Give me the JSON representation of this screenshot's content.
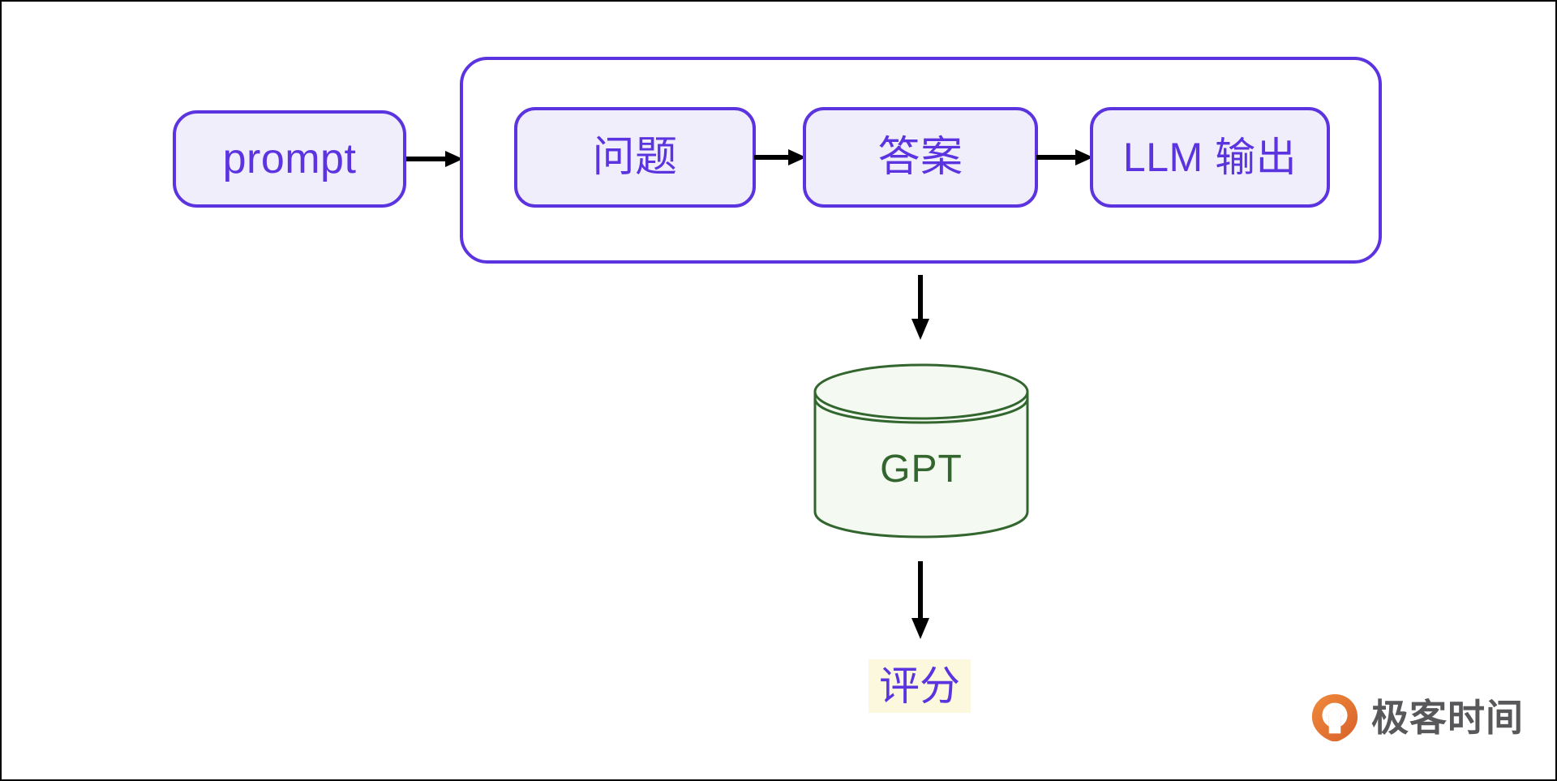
{
  "diagram": {
    "title": "LLM evaluation pipeline",
    "colors": {
      "node_border": "#5b34e0",
      "node_fill": "#f1eefc",
      "node_text": "#5b34e0",
      "arrow": "#000000",
      "cylinder_stroke": "#33662f",
      "cylinder_fill": "#f4faf1",
      "cylinder_text": "#33662f",
      "highlight_bg": "#fcf8dd",
      "logo_orange": "#e8722e",
      "logo_text": "#58585a",
      "canvas_bg": "#ffffff",
      "canvas_border": "#000000"
    },
    "nodes": {
      "prompt": {
        "label": "prompt"
      },
      "question": {
        "label": "问题"
      },
      "answer": {
        "label": "答案"
      },
      "llm_output": {
        "label": "LLM 输出"
      },
      "gpt": {
        "label": "GPT",
        "shape": "cylinder"
      },
      "score": {
        "label": "评分",
        "highlighted": true
      }
    },
    "group": {
      "name": "pipeline-group",
      "contains": [
        "问题",
        "答案",
        "LLM 输出"
      ]
    },
    "edges": [
      {
        "from": "prompt",
        "to": "pipeline-group",
        "direction": "right"
      },
      {
        "from": "问题",
        "to": "答案",
        "direction": "right"
      },
      {
        "from": "答案",
        "to": "LLM 输出",
        "direction": "right"
      },
      {
        "from": "pipeline-group",
        "to": "GPT",
        "direction": "down"
      },
      {
        "from": "GPT",
        "to": "评分",
        "direction": "down"
      }
    ]
  },
  "brand": {
    "name": "极客时间",
    "mark": "geektime-logo-icon"
  }
}
